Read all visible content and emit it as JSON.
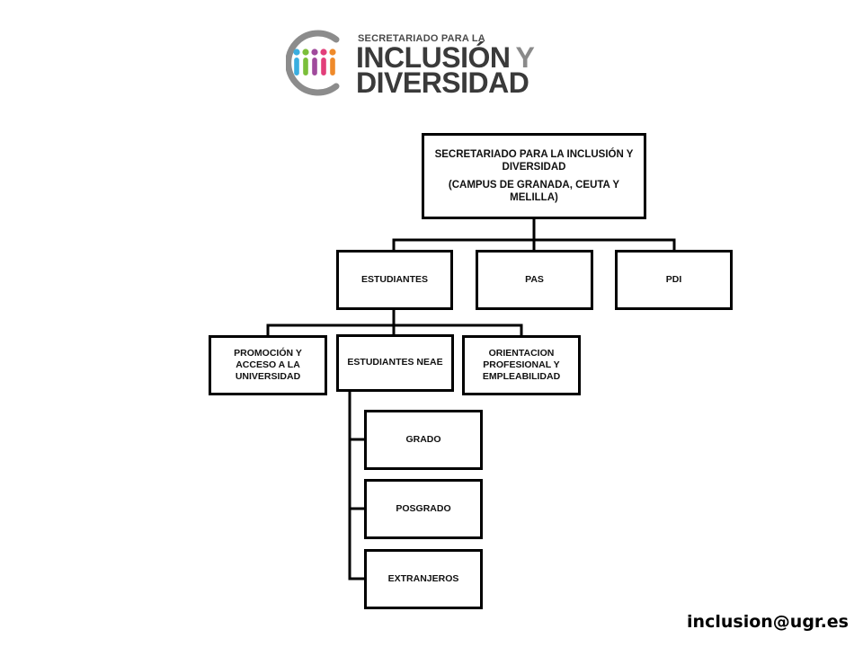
{
  "logo": {
    "small_text": "SECRETARIADO PARA LA",
    "line1": "INCLUSIÓN",
    "line1_y": "Y",
    "line2": "DIVERSIDAD",
    "colors": {
      "ring": "#8c8c8c",
      "dot1": "#3aaee0",
      "dot2": "#7bbf3a",
      "dot3": "#a04a9c",
      "dot4": "#e23f7a",
      "dot5": "#ef8a2a"
    }
  },
  "org": {
    "root": {
      "line1": "SECRETARIADO PARA LA INCLUSIÓN Y",
      "line2": "DIVERSIDAD",
      "line3": "(CAMPUS DE GRANADA, CEUTA Y",
      "line4": "MELILLA)"
    },
    "estudiantes": "ESTUDIANTES",
    "pas": "PAS",
    "pdi": "PDI",
    "promocion": {
      "line1": "PROMOCIÓN Y",
      "line2": "ACCESO A LA",
      "line3": "UNIVERSIDAD"
    },
    "neae": "ESTUDIANTES NEAE",
    "orientacion": {
      "line1": "ORIENTACION",
      "line2": "PROFESIONAL Y",
      "line3": "EMPLEABILIDAD"
    },
    "grado": "GRADO",
    "posgrado": "POSGRADO",
    "extranjeros": "EXTRANJEROS"
  },
  "footer": {
    "email": "inclusion@ugr.es"
  }
}
